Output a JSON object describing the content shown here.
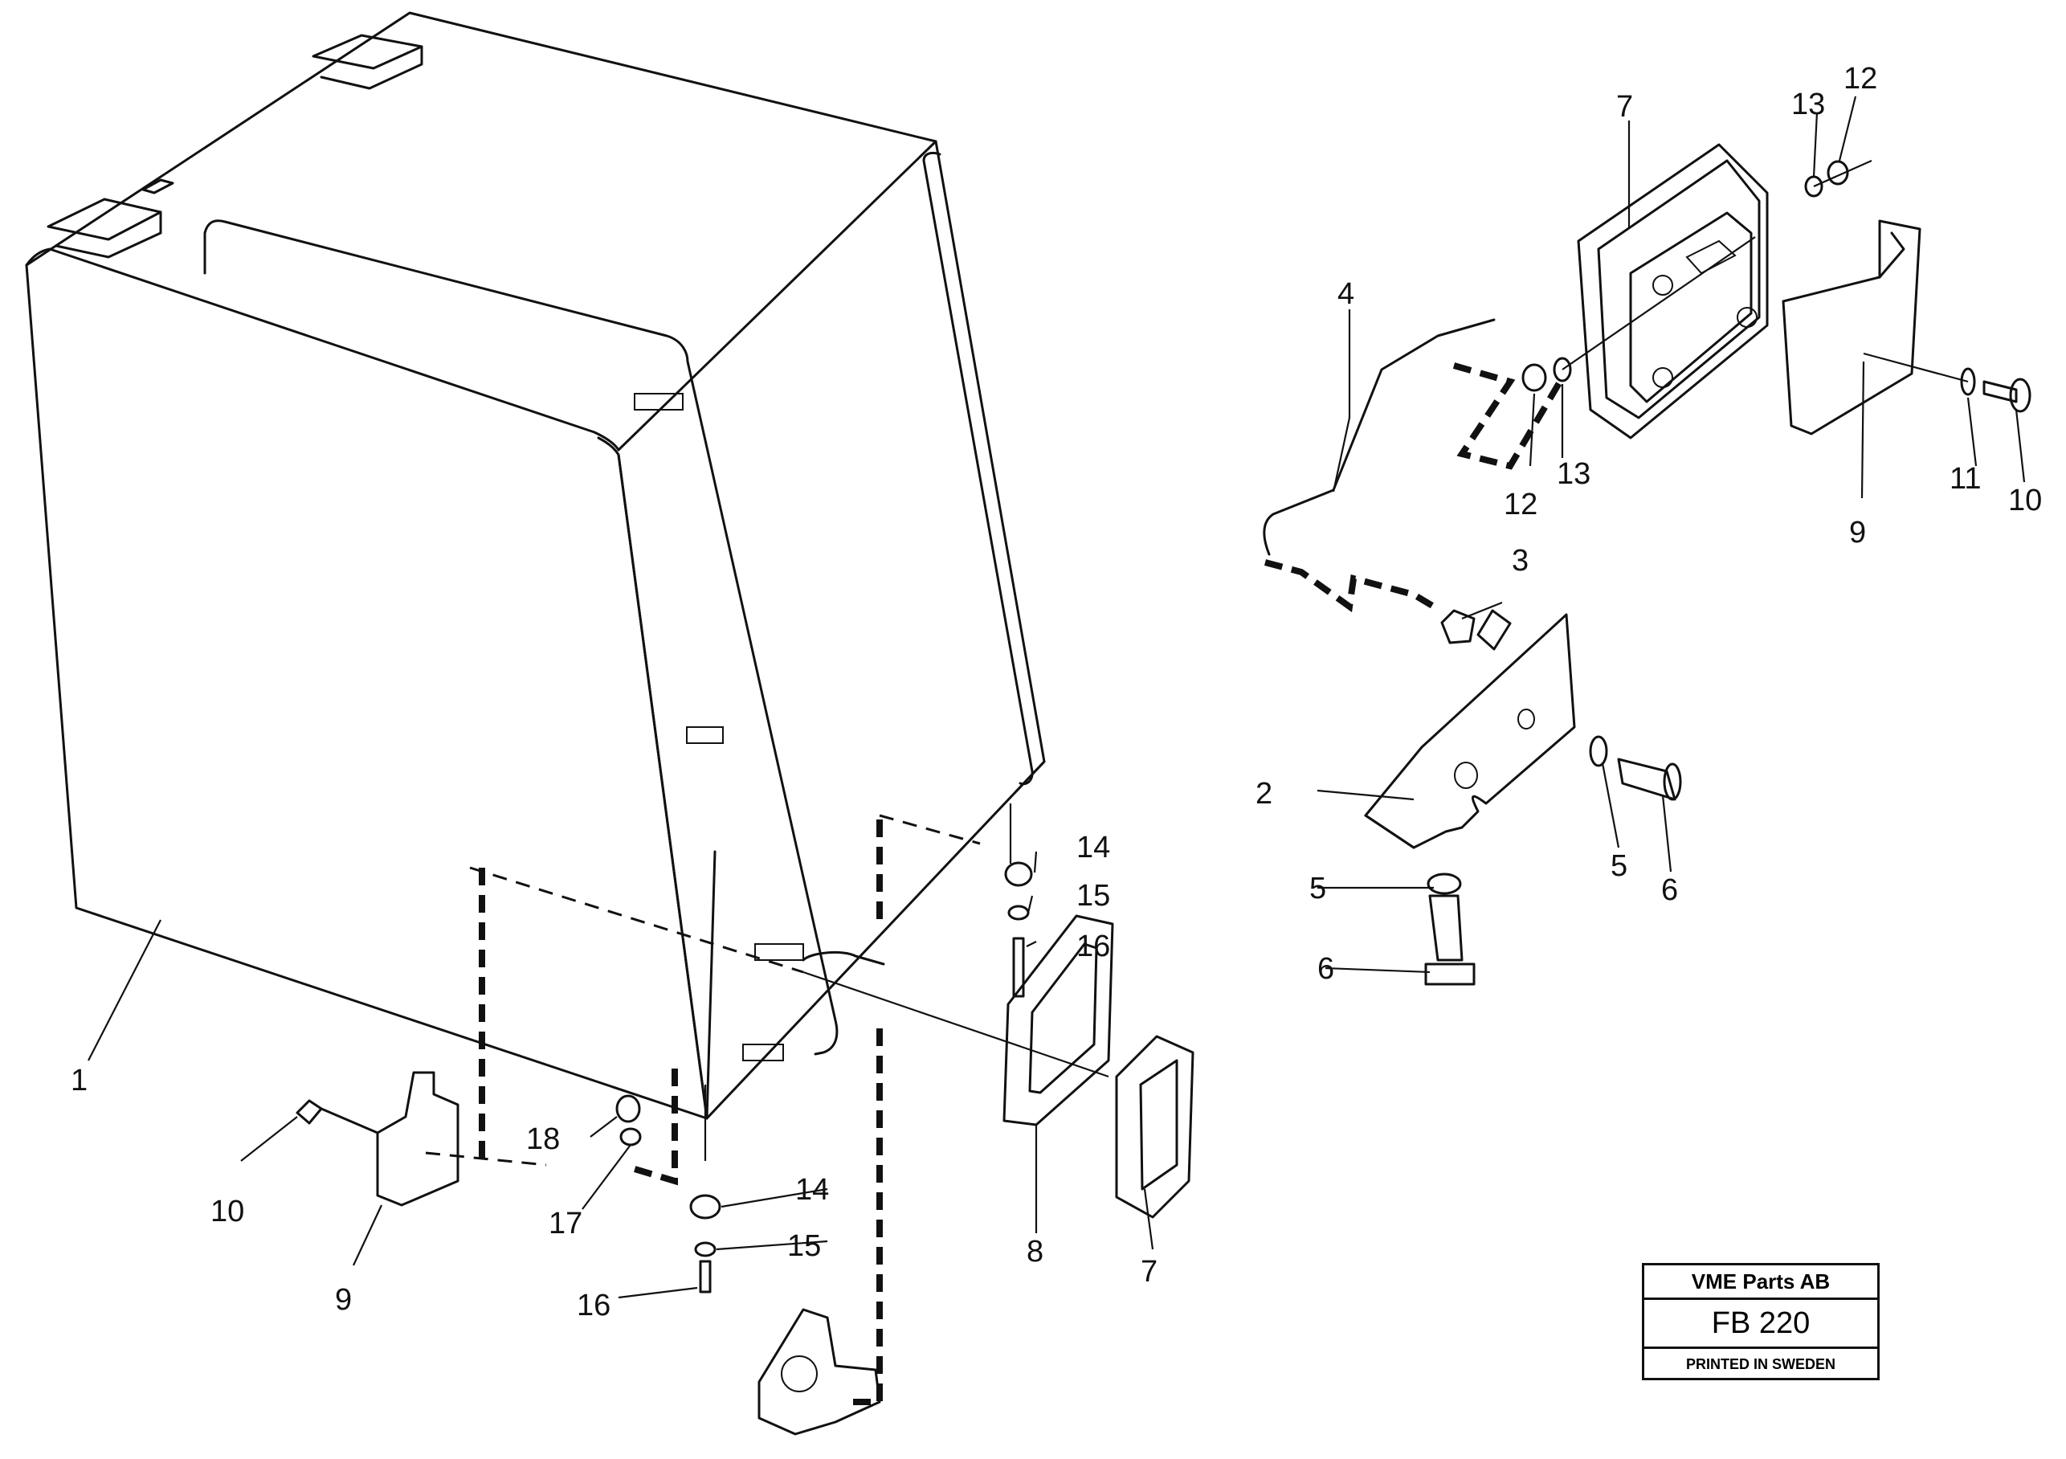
{
  "diagram": {
    "callouts": [
      {
        "id": "c1",
        "text": "1"
      },
      {
        "id": "c2",
        "text": "2"
      },
      {
        "id": "c3",
        "text": "3"
      },
      {
        "id": "c4",
        "text": "4"
      },
      {
        "id": "c5a",
        "text": "5"
      },
      {
        "id": "c5b",
        "text": "5"
      },
      {
        "id": "c6a",
        "text": "6"
      },
      {
        "id": "c6b",
        "text": "6"
      },
      {
        "id": "c7a",
        "text": "7"
      },
      {
        "id": "c7b",
        "text": "7"
      },
      {
        "id": "c8",
        "text": "8"
      },
      {
        "id": "c9a",
        "text": "9"
      },
      {
        "id": "c9b",
        "text": "9"
      },
      {
        "id": "c10a",
        "text": "10"
      },
      {
        "id": "c10b",
        "text": "10"
      },
      {
        "id": "c11",
        "text": "11"
      },
      {
        "id": "c12a",
        "text": "12"
      },
      {
        "id": "c12b",
        "text": "12"
      },
      {
        "id": "c13a",
        "text": "13"
      },
      {
        "id": "c13b",
        "text": "13"
      },
      {
        "id": "c14a",
        "text": "14"
      },
      {
        "id": "c14b",
        "text": "14"
      },
      {
        "id": "c15a",
        "text": "15"
      },
      {
        "id": "c15b",
        "text": "15"
      },
      {
        "id": "c16a",
        "text": "16"
      },
      {
        "id": "c16b",
        "text": "16"
      },
      {
        "id": "c17",
        "text": "17"
      },
      {
        "id": "c18",
        "text": "18"
      }
    ]
  },
  "title_block": {
    "company": "VME Parts AB",
    "code": "FB 220",
    "printed": "PRINTED IN SWEDEN"
  }
}
